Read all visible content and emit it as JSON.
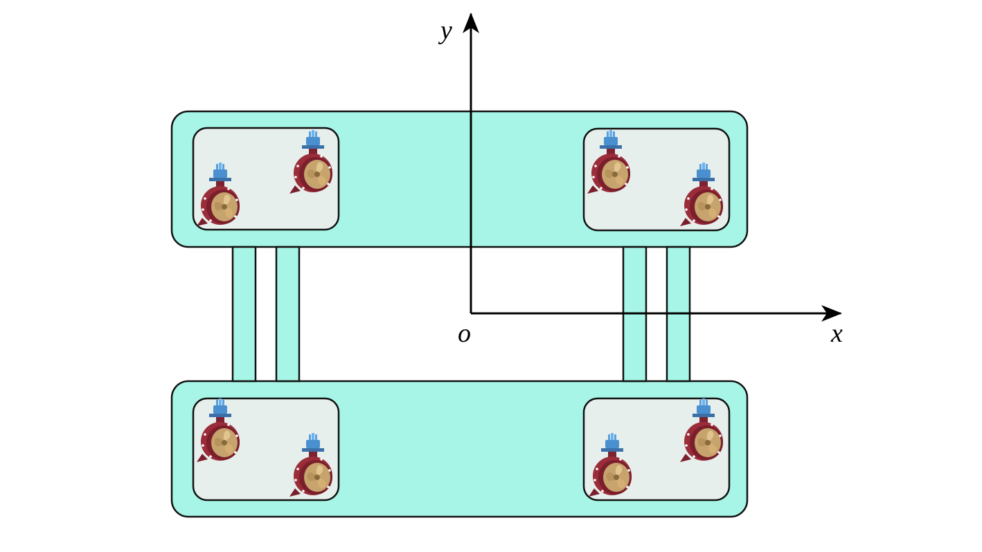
{
  "axes": {
    "x_label": "x",
    "y_label": "y",
    "origin_label": "o"
  },
  "colors": {
    "hull_fill": "#a6f5e6",
    "bay_fill": "#e6efec",
    "outline": "#111111",
    "thruster_duct": "#9b2d3a",
    "thruster_motor": "#4a90d0",
    "propeller": "#d7b27a"
  },
  "structure": {
    "pontoons": [
      "upper-pontoon",
      "lower-pontoon"
    ],
    "column_groups": [
      "left-columns",
      "right-columns"
    ],
    "columns_per_group": 2,
    "thruster_bays": 4,
    "thrusters_per_bay": 2,
    "thruster_icon": "tunnel-thruster-icon"
  }
}
